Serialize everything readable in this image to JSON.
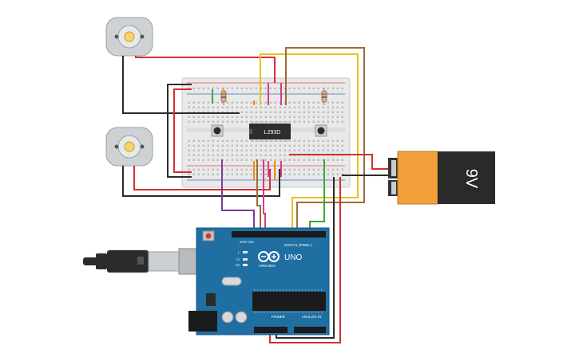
{
  "components": {
    "motor_top": {
      "kind": "dc-motor"
    },
    "motor_bottom": {
      "kind": "dc-motor"
    },
    "breadboard": {
      "kind": "breadboard"
    },
    "ic": {
      "kind": "motor-driver-ic",
      "label": "L293D"
    },
    "battery": {
      "kind": "battery",
      "label": "9V"
    },
    "arduino": {
      "kind": "arduino-uno",
      "uno_label": "UNO",
      "brand_label": "ARDUINO",
      "digital_label": "DIGITAL (PWM~)",
      "power_label": "POWER",
      "analog_label": "ANALOG IN",
      "aref_label": "AREF",
      "gnd_label": "GND",
      "led_l": "L",
      "led_tx": "TX",
      "led_rx": "RX"
    },
    "usb_cable": {
      "kind": "usb-cable"
    }
  },
  "colors": {
    "wire_red": "#d32f2f",
    "wire_black": "#2b2b2b",
    "wire_yellow": "#e8c21a",
    "wire_orange": "#f08c00",
    "wire_green": "#3aa935",
    "wire_purple": "#7e3b9b",
    "wire_brown": "#9c6b3c",
    "wire_pink": "#d63a8b",
    "arduino_blue": "#1f6fa3",
    "battery_orange": "#f2a13b"
  }
}
